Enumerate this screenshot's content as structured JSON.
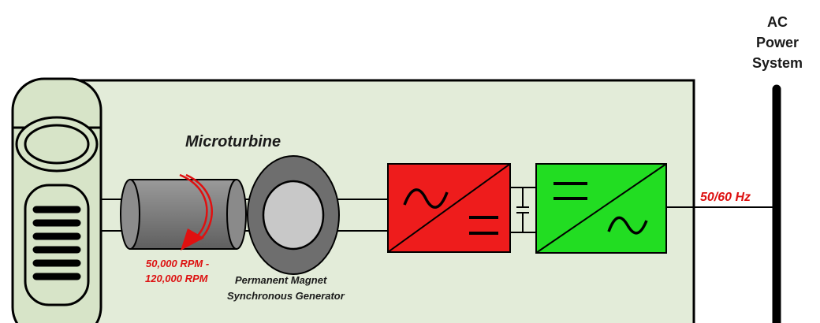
{
  "title": "Microturbine",
  "rpm_label": {
    "line1": "50,000 RPM -",
    "line2": "120,000 RPM"
  },
  "generator_label": {
    "line1": "Permanent Magnet",
    "line2": "Synchronous Generator"
  },
  "frequency_label": "50/60 Hz",
  "grid_label": {
    "line1": "AC",
    "line2": "Power",
    "line3": "System"
  },
  "colors": {
    "enclosure_fill": "#e3ecd9",
    "rectifier_fill": "#ee1c1c",
    "inverter_fill": "#22dd22",
    "shaft_fill": "#7f7f7f",
    "stator_fill": "#6e6e6e",
    "rotor_fill": "#c8c8c8",
    "red_text": "#dd1111",
    "arrow_red": "#e01010"
  },
  "icons": {
    "rectifier": "ac-to-dc-converter-icon",
    "inverter": "dc-to-ac-converter-icon",
    "dc_link": "capacitor-icon",
    "rotation": "rotation-arrow-icon"
  }
}
